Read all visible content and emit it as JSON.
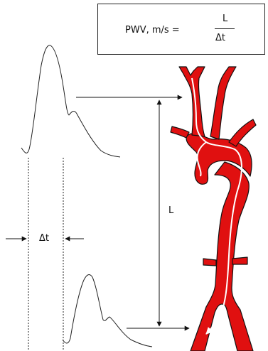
{
  "formula": {
    "lhs": "PWV, m/s =",
    "numerator": "L",
    "denominator": "Δt"
  },
  "labels": {
    "distance": "L",
    "time_delay": "Δt"
  },
  "colors": {
    "artery": "#e01010",
    "artery_outline": "#111111",
    "flow_path": "#ffffff",
    "line": "#111111"
  }
}
